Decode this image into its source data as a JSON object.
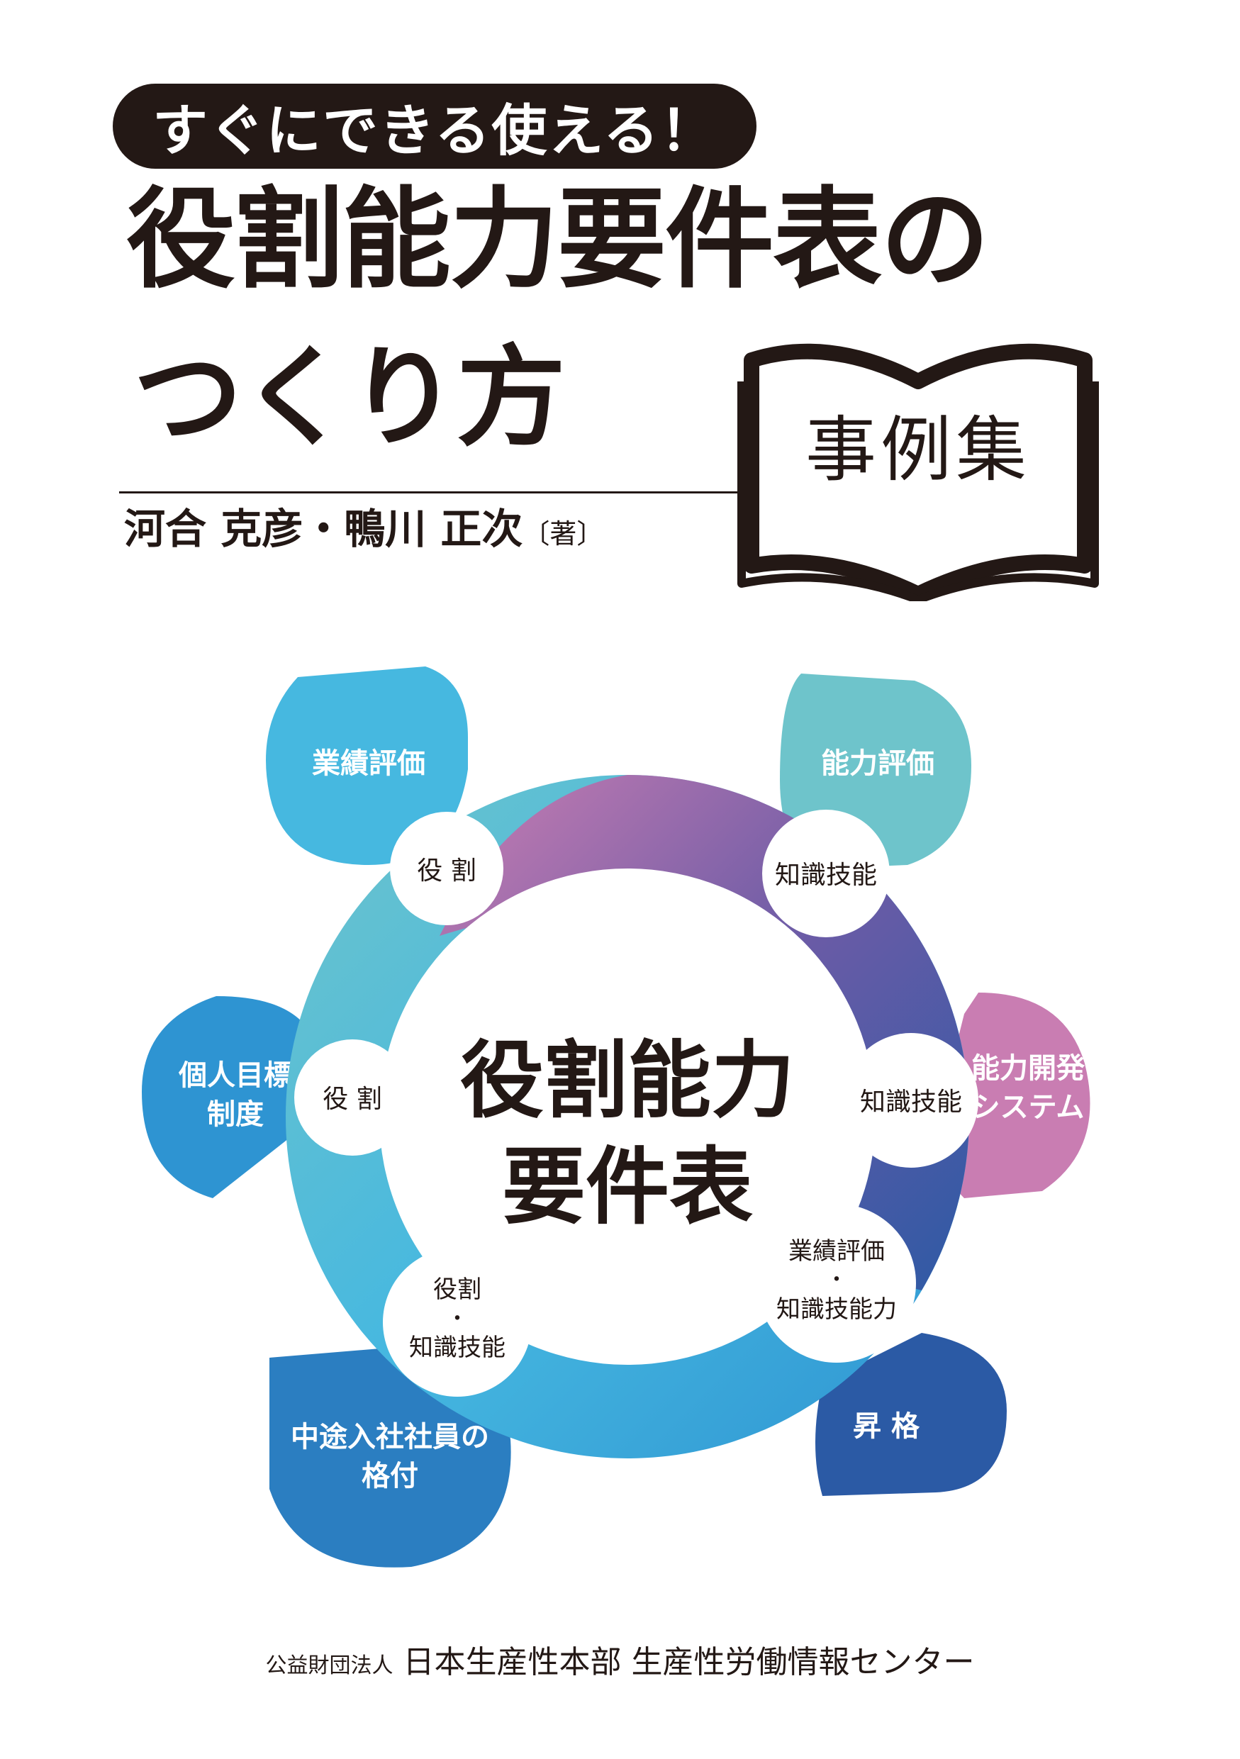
{
  "cover": {
    "tagline": "すぐにできる使える！",
    "title_line1": "役割能力要件表の",
    "title_line2": "つくり方",
    "book_badge": "事例集",
    "authors": "河合 克彦・鴨川 正次",
    "author_role": "〔著〕",
    "publisher_prefix": "公益財団法人",
    "publisher": "日本生産性本部 生産性労働情報センター"
  },
  "diagram": {
    "center_line1": "役割能力",
    "center_line2": "要件表",
    "petals": {
      "top_left": "業績評価",
      "top_right": "能力評価",
      "mid_left_line1": "個人目標",
      "mid_left_line2": "制度",
      "mid_right_line1": "能力開発",
      "mid_right_line2": "システム",
      "bottom_left_line1": "中途入社社員の",
      "bottom_left_line2": "格付",
      "bottom_right": "昇 格"
    },
    "connectors": {
      "top_left": "役 割",
      "top_right": "知識技能",
      "mid_left": "役 割",
      "mid_right": "知識技能",
      "bottom_left_line1": "役割",
      "bottom_left_line2": "・",
      "bottom_left_line3": "知識技能",
      "bottom_right_line1": "業績評価",
      "bottom_right_line2": "・",
      "bottom_right_line3": "知識技能力"
    },
    "colors": {
      "teal": "#6EC4CB",
      "sky": "#46B8E0",
      "blue": "#2E94D2",
      "navy": "#2B5AA5",
      "violet": "#6A5BA6",
      "pink": "#C97DB2",
      "dark": "#231815"
    }
  }
}
